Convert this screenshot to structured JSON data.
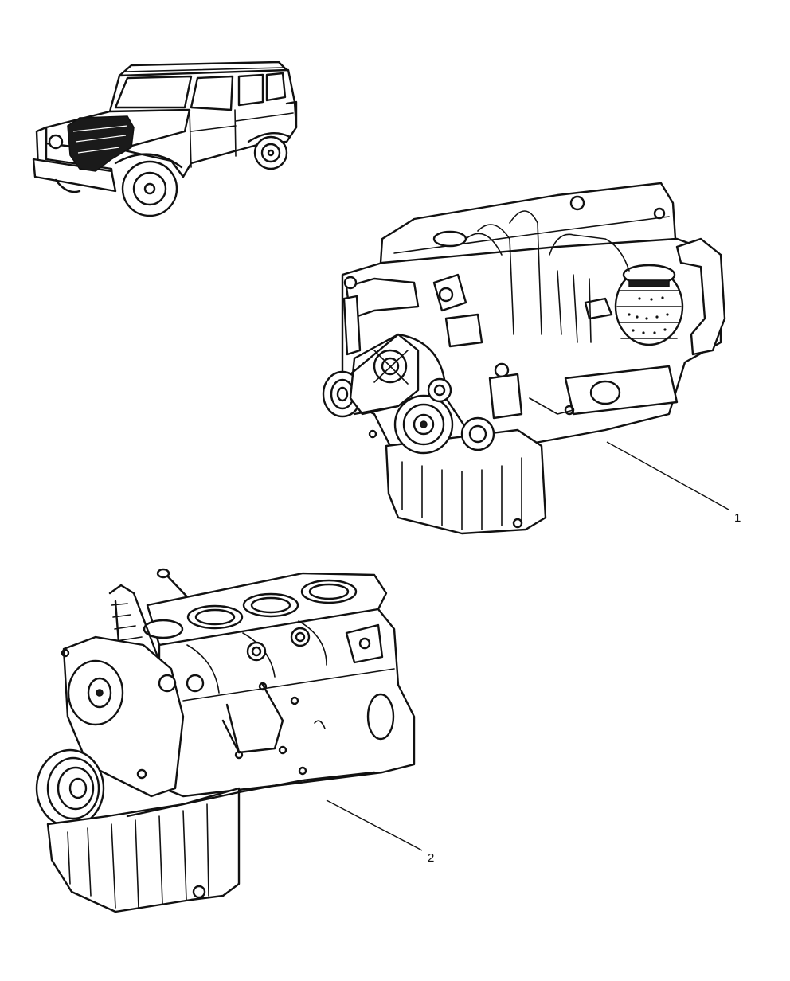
{
  "callouts": [
    {
      "id": "1",
      "label": "1"
    },
    {
      "id": "2",
      "label": "2"
    }
  ],
  "parts": {
    "vehicle": "vehicle-locator",
    "engine_complete": "engine-assembly",
    "engine_short_block": "short-block-assembly"
  },
  "colors": {
    "line": "#111111",
    "background": "#ffffff"
  }
}
